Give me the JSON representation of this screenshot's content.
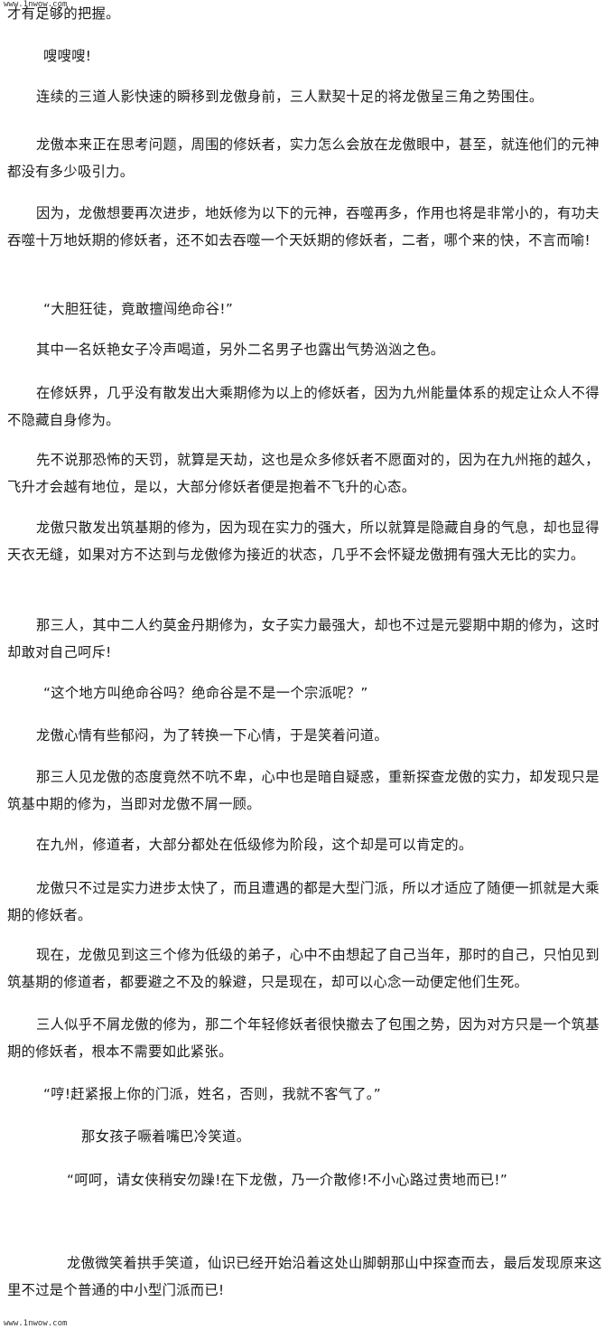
{
  "watermark_top": "www.1nwow.com",
  "watermark_bottom": "www.1nwow.com",
  "paragraphs": [
    "才有足够的把握。",
    "嗖嗖嗖!",
    "连续的三道人影快速的瞬移到龙傲身前，三人默契十足的将龙傲呈三角之势围住。",
    "龙傲本来正在思考问题，周围的修妖者，实力怎么会放在龙傲眼中，甚至，就连他们的元神都没有多少吸引力。",
    "因为，龙傲想要再次进步，地妖修为以下的元神，吞噬再多，作用也将是非常小的，有功夫吞噬十万地妖期的修妖者，还不如去吞噬一个天妖期的修妖者，二者，哪个来的快，不言而喻!",
    "“大胆狂徒，竟敢擅闯绝命谷!”",
    "其中一名妖艳女子冷声喝道，另外二名男子也露出气势汹汹之色。",
    "在修妖界，几乎没有散发出大乘期修为以上的修妖者，因为九州能量体系的规定让众人不得不隐藏自身修为。",
    "先不说那恐怖的天罚，就算是天劫，这也是众多修妖者不愿面对的，因为在九州拖的越久，飞升才会越有地位，是以，大部分修妖者便是抱着不飞升的心态。",
    "龙傲只散发出筑基期的修为，因为现在实力的强大，所以就算是隐藏自身的气息，却也显得天衣无缝，如果对方不达到与龙傲修为接近的状态，几乎不会怀疑龙傲拥有强大无比的实力。",
    "那三人，其中二人约莫金丹期修为，女子实力最强大，却也不过是元婴期中期的修为，这时却敢对自己呵斥!",
    "“这个地方叫绝命谷吗？绝命谷是不是一个宗派呢？”",
    "龙傲心情有些郁闷，为了转换一下心情，于是笑着问道。",
    "那三人见龙傲的态度竟然不吭不卑，心中也是暗自疑惑，重新探查龙傲的实力，却发现只是筑基中期的修为，当即对龙傲不屑一顾。",
    "在九州，修道者，大部分都处在低级修为阶段，这个却是可以肯定的。",
    "龙傲只不过是实力进步太快了，而且遭遇的都是大型门派，所以才适应了随便一抓就是大乘期的修妖者。",
    "现在，龙傲见到这三个修为低级的弟子，心中不由想起了自己当年，那时的自己，只怕见到筑基期的修道者，都要避之不及的躲避，只是现在，却可以心念一动便定他们生死。",
    "三人似乎不屑龙傲的修为，那二个年轻修妖者很快撤去了包围之势，因为对方只是一个筑基期的修妖者，根本不需要如此紧张。",
    "“哼!赶紧报上你的门派，姓名，否则，我就不客气了。”",
    "那女孩子噘着嘴巴冷笑道。",
    "“呵呵，请女侠稍安勿躁!在下龙傲，乃一介散修!不小心路过贵地而已!”",
    "龙傲微笑着拱手笑道，仙识已经开始沿着这处山脚朝那山中探查而去，最后发现原来这里不过是个普通的中小型门派而已!"
  ]
}
